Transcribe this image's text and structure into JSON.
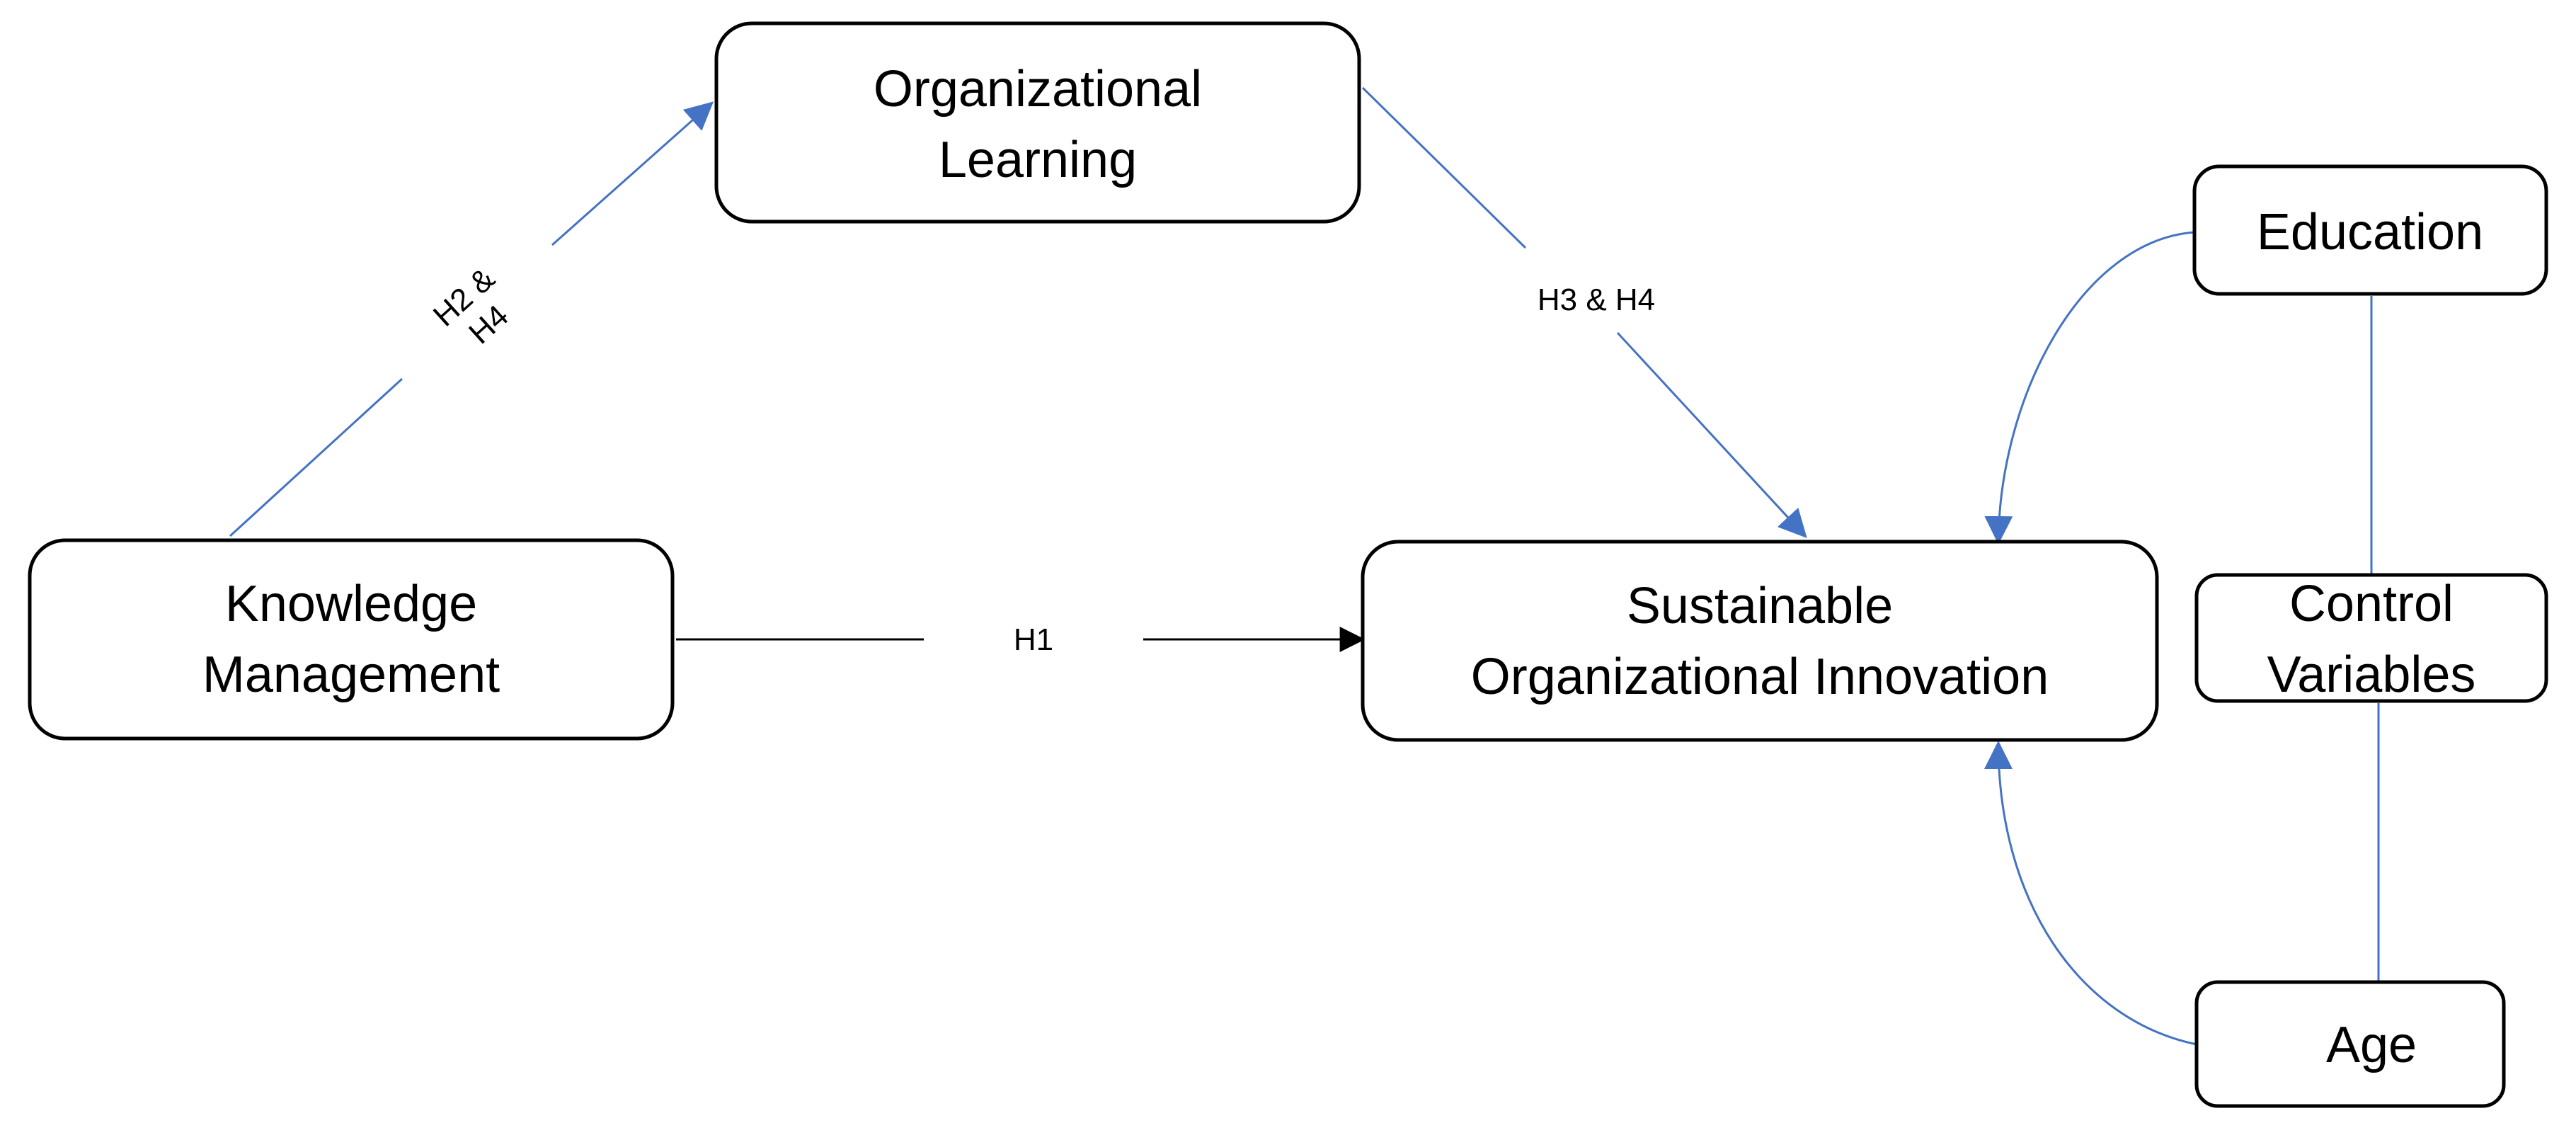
{
  "colors": {
    "box_border": "#000000",
    "arrow_black": "#000000",
    "arrow_blue": "#4472C4",
    "background": "#ffffff"
  },
  "nodes": {
    "knowledge_management": {
      "line1": "Knowledge",
      "line2": "Management"
    },
    "organizational_learning": {
      "line1": "Organizational",
      "line2": "Learning"
    },
    "sustainable_innovation": {
      "line1": "Sustainable",
      "line2": "Organizational Innovation"
    },
    "education": {
      "label": "Education"
    },
    "control_variables": {
      "line1": "Control",
      "line2": "Variables"
    },
    "age": {
      "label": "Age"
    }
  },
  "edges": {
    "h1": {
      "label": "H1"
    },
    "h2_h4": {
      "line1": "H2 &",
      "line2": "H4"
    },
    "h3_h4": {
      "label": "H3 & H4"
    }
  }
}
